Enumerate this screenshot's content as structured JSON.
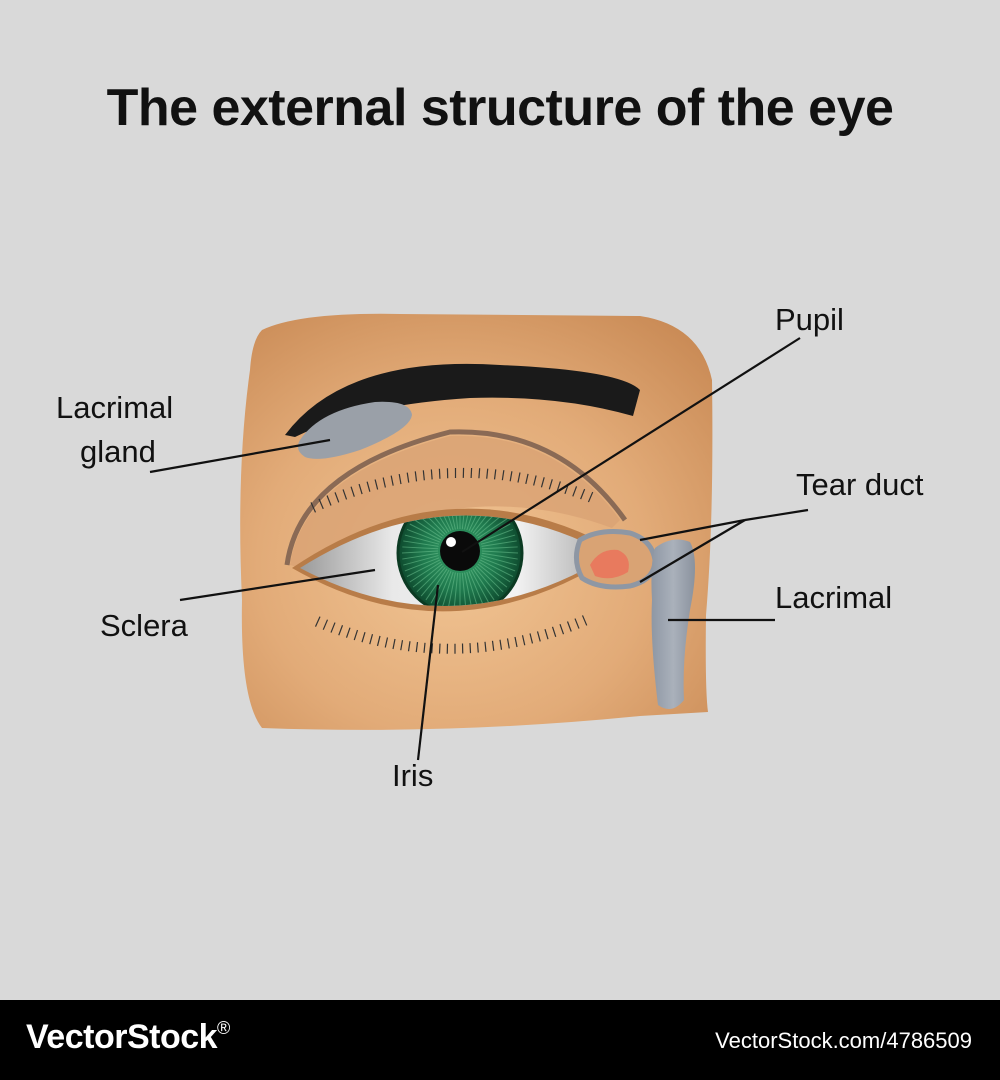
{
  "title": "The external structure of the eye",
  "labels": {
    "pupil": "Pupil",
    "lacrimal_gland_line1": "Lacrimal",
    "lacrimal_gland_line2": "gland",
    "tear_duct": "Tear duct",
    "sclera": "Sclera",
    "lacrimal": "Lacrimal",
    "iris": "Iris"
  },
  "footer": {
    "brand": "VectorStock",
    "brand_mark": "®",
    "image_id": "VectorStock.com/4786509"
  },
  "colors": {
    "background": "#d9d9d9",
    "skin": "#d89d68",
    "iris": "#1f6b4a",
    "lacrimal_gland": "#9aa0a8",
    "tear_duct": "#e87a5e",
    "footer": "#000000"
  }
}
